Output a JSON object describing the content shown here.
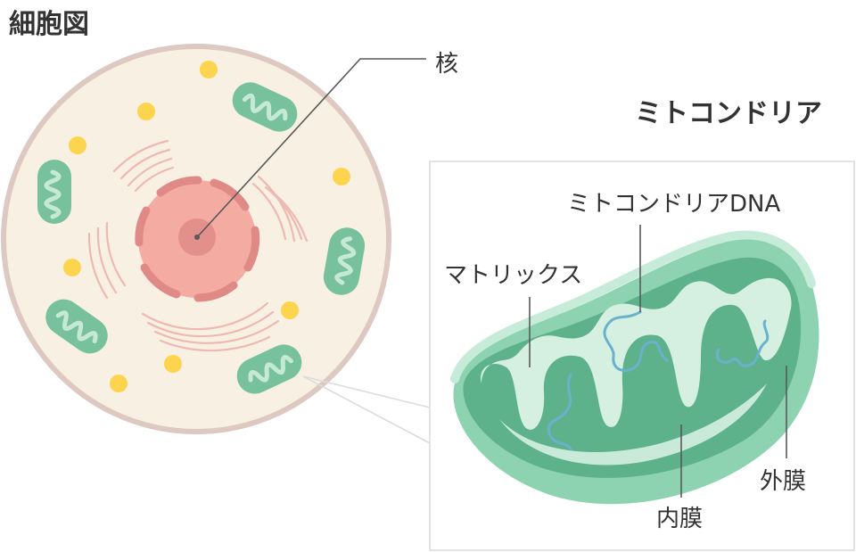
{
  "cell_diagram": {
    "title": "細胞図",
    "label_nucleus": "核"
  },
  "mitochondria_diagram": {
    "title": "ミトコンドリア",
    "label_dna": "ミトコンドリアDNA",
    "label_matrix": "マトリックス",
    "label_inner_membrane": "内膜",
    "label_outer_membrane": "外膜"
  },
  "colors": {
    "cytoplasm": "#f8f1e3",
    "cell_membrane": "#ddc8c2",
    "nucleus": "#f4aba2",
    "nucleolus": "#e38f8c",
    "nuclear_pores": "#e08a88",
    "er": "#eeb9b2",
    "granules": "#fdd44e",
    "mito_outer": "#8dd3b2",
    "mito_inner": "#5db28c",
    "mito_matrix": "#d5f0e1",
    "mito_dna": "#6ab1cd",
    "leader_line": "#595959",
    "callout_frame": "#dcdcdc"
  }
}
